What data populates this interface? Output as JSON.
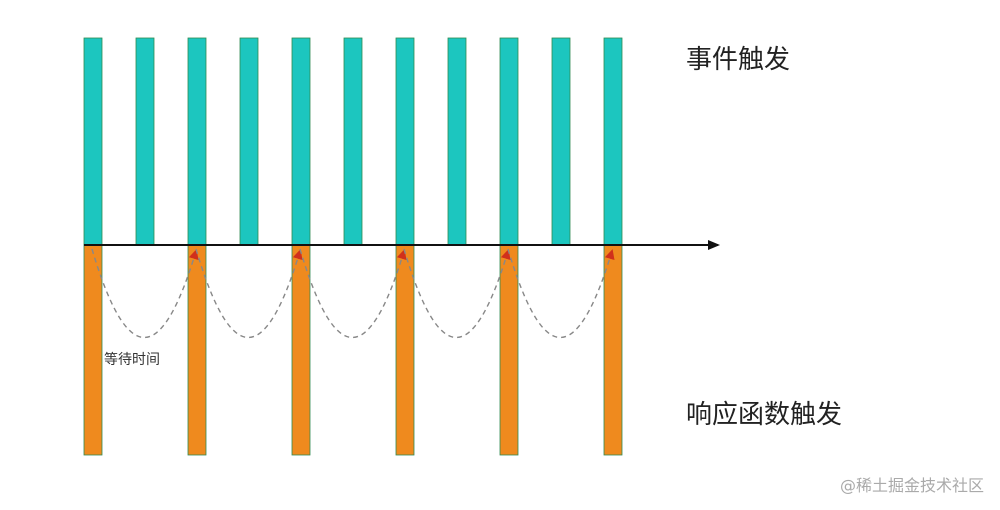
{
  "labels": {
    "event_trigger": "事件触发",
    "response_trigger": "响应函数触发",
    "wait_time": "等待时间"
  },
  "watermark": "@稀土掘金技术社区",
  "colors": {
    "event_bar": "#1cc6bf",
    "response_bar": "#ef8a1e",
    "bar_border": "#2f8a52",
    "axis": "#111111",
    "wait_arc": "#888888",
    "arrow_head": "#d0301c"
  },
  "diagram": {
    "event_count": 11,
    "response_every": 2
  }
}
